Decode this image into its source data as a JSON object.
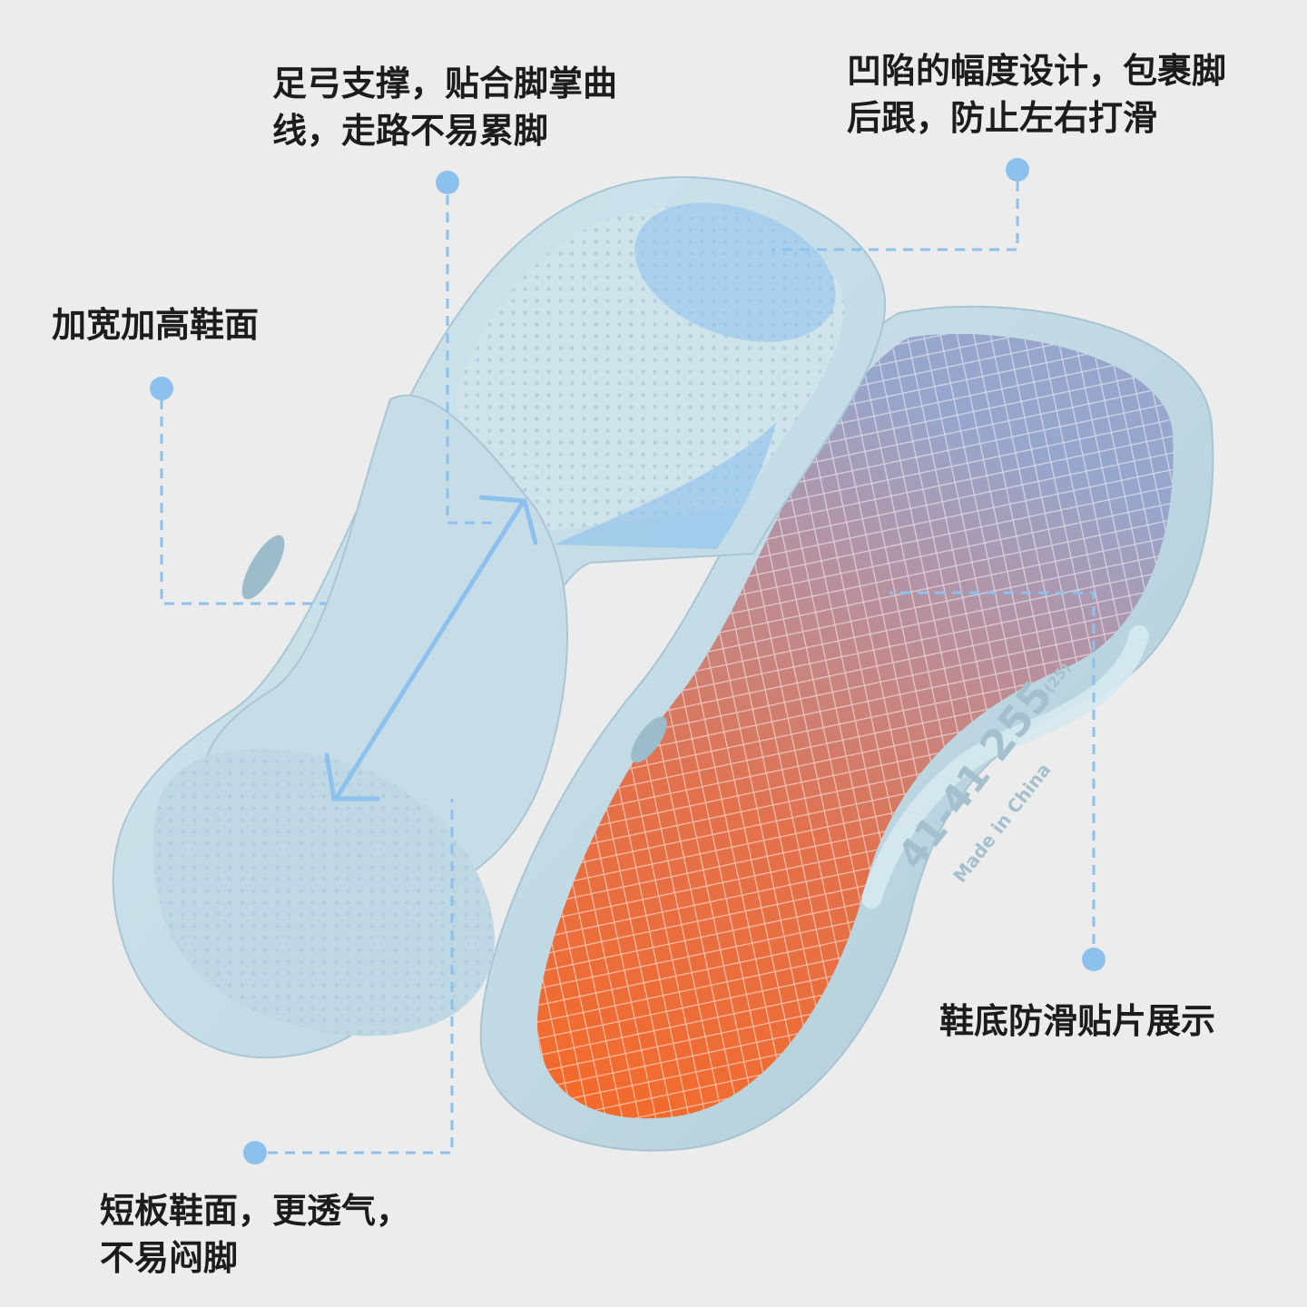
{
  "annotations": {
    "arch_support": {
      "line1": "足弓支撑，贴合脚掌曲",
      "line2": "线，走路不易累脚"
    },
    "heel_cup": {
      "line1": "凹陷的幅度设计，包裹脚",
      "line2": "后跟，防止左右打滑"
    },
    "wide_upper": {
      "line1": "加宽加高鞋面"
    },
    "sole_pads": {
      "line1": "鞋底防滑贴片展示"
    },
    "short_upper": {
      "line1": "短板鞋面，更透气，",
      "line2": "不易闷脚"
    }
  },
  "sole_markings": {
    "size_range": "41-41",
    "size_code": "255",
    "size_sub": "(25)",
    "origin": "Made in China"
  },
  "colors": {
    "background": "#ececec",
    "slipper": "#c4dde8",
    "accent_blue": "#8cc1ee",
    "sole_pad_bottom": "#f26a2c",
    "sole_pad_top": "#9ca6c8",
    "text": "#1c1c1c"
  }
}
